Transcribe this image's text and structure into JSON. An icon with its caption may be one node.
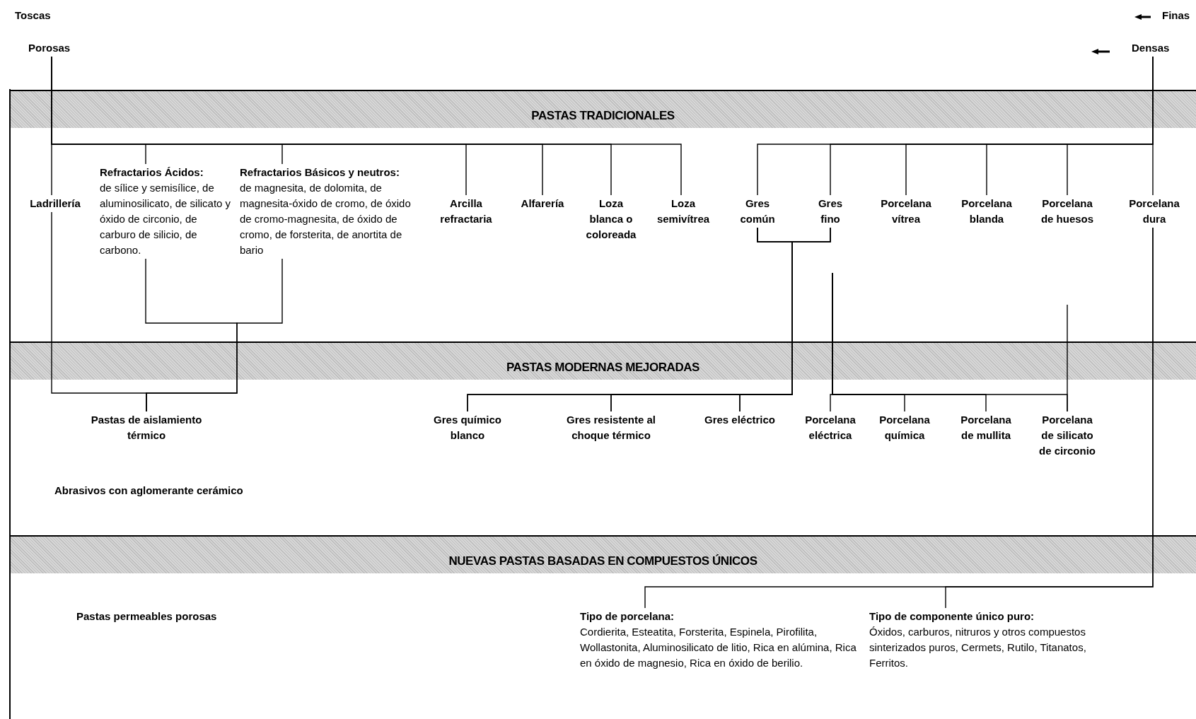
{
  "diagram": {
    "nodes": [
      {
        "text": [
          "Porosas"
        ]
      },
      {
        "text": [
          "Densas"
        ]
      },
      {
        "text": [
          "Ladrillería"
        ]
      },
      {
        "text": [
          "Refractarios Ácidos:",
          "de sílice y semisílice, de aluminosilicato, de silicato y óxido de circonio, de carburo de silicio, de carbono."
        ]
      },
      {
        "text": [
          "Refractarios Básicos y neutros:",
          "de magnesita, de dolomita, de magnesita-óxido de cromo, de óxido de cromo-magnesita, de óxido de cromo, de forsterita, de anortita de bario"
        ]
      },
      {
        "text": [
          "Arcilla refractaria"
        ]
      },
      {
        "text": [
          "Alfarería"
        ]
      },
      {
        "text": [
          "Loza blanca o coloreada"
        ]
      },
      {
        "text": [
          "Loza semivítrea"
        ]
      },
      {
        "text": [
          "Gres común"
        ]
      },
      {
        "text": [
          "Gres fino"
        ]
      },
      {
        "text": [
          "Porcelana vítrea"
        ]
      },
      {
        "text": [
          "Porcelana blanda"
        ]
      },
      {
        "text": [
          "Porcelana de huesos"
        ]
      },
      {
        "text": [
          "Porcelana dura"
        ]
      },
      {
        "text": [
          "Pastas de aislamiento térmico"
        ]
      },
      {
        "text": [
          "Gres químico blanco"
        ]
      },
      {
        "text": [
          "Gres resistente al choque térmico"
        ]
      },
      {
        "text": [
          "Gres eléctrico"
        ]
      },
      {
        "text": [
          "Porcelana eléctrica"
        ]
      },
      {
        "text": [
          "Porcelana química"
        ]
      },
      {
        "text": [
          "Porcelana de mullita"
        ]
      },
      {
        "text": [
          "Porcelana de silicato de circonio"
        ]
      },
      {
        "text": [
          "Abrasivos con aglomerante cerámico"
        ]
      },
      {
        "text": [
          "Pastas permeables porosas"
        ]
      },
      {
        "text": [
          "Tipo de porcelana:",
          "Cordierita, Esteatita, Forsterita, Espinela, Pirofilita, Wollastonita, Aluminosilicato de litio, Rica en alúmina, Rica en óxido de magnesio, Rica en óxido de berilio."
        ]
      },
      {
        "text": [
          "Tipo de componente único puro:",
          "Óxidos, carburos, nitruros y otros compuestos sinterizados puros, Cermets, Rutilo, Titanatos, Ferritos."
        ]
      }
    ],
    "edges": [
      {
        "from": 0,
        "to": 2,
        "arrow": "none"
      },
      {
        "from": 0,
        "to": 3,
        "arrow": "none"
      },
      {
        "from": 0,
        "to": 4,
        "arrow": "none"
      },
      {
        "from": 0,
        "to": 5,
        "arrow": "none"
      },
      {
        "from": 0,
        "to": 6,
        "arrow": "none"
      },
      {
        "from": 0,
        "to": 7,
        "arrow": "none"
      },
      {
        "from": 0,
        "to": 8,
        "arrow": "none"
      },
      {
        "from": 1,
        "to": 9,
        "arrow": "none"
      },
      {
        "from": 1,
        "to": 10,
        "arrow": "none"
      },
      {
        "from": 1,
        "to": 11,
        "arrow": "none"
      },
      {
        "from": 1,
        "to": 12,
        "arrow": "none"
      },
      {
        "from": 1,
        "to": 13,
        "arrow": "none"
      },
      {
        "from": 1,
        "to": 14,
        "arrow": "none"
      },
      {
        "from": 2,
        "to": 15,
        "arrow": "none"
      },
      {
        "from": 3,
        "to": 15,
        "arrow": "none"
      },
      {
        "from": 4,
        "to": 15,
        "arrow": "none"
      },
      {
        "from": 9,
        "to": 16,
        "arrow": "none"
      },
      {
        "from": 9,
        "to": 17,
        "arrow": "none"
      },
      {
        "from": 9,
        "to": 18,
        "arrow": "none"
      },
      {
        "from": 10,
        "to": 16,
        "arrow": "none"
      },
      {
        "from": 10,
        "to": 17,
        "arrow": "none"
      },
      {
        "from": 10,
        "to": 18,
        "arrow": "none"
      },
      {
        "from": null,
        "to": 19,
        "arrow": "none"
      },
      {
        "from": null,
        "to": 20,
        "arrow": "none"
      },
      {
        "from": null,
        "to": 21,
        "arrow": "none"
      },
      {
        "from": null,
        "to": 22,
        "arrow": "none"
      },
      {
        "from": null,
        "to": 22,
        "arrow": "none"
      },
      {
        "from": 14,
        "to": 25,
        "arrow": "none"
      },
      {
        "from": 14,
        "to": 26,
        "arrow": "none"
      }
    ],
    "labels": [
      "Toscas",
      "Finas",
      "PASTAS TRADICIONALES",
      "PASTAS MODERNAS MEJORADAS",
      "NUEVAS PASTAS BASADAS EN COMPUESTOS ÚNICOS"
    ]
  }
}
